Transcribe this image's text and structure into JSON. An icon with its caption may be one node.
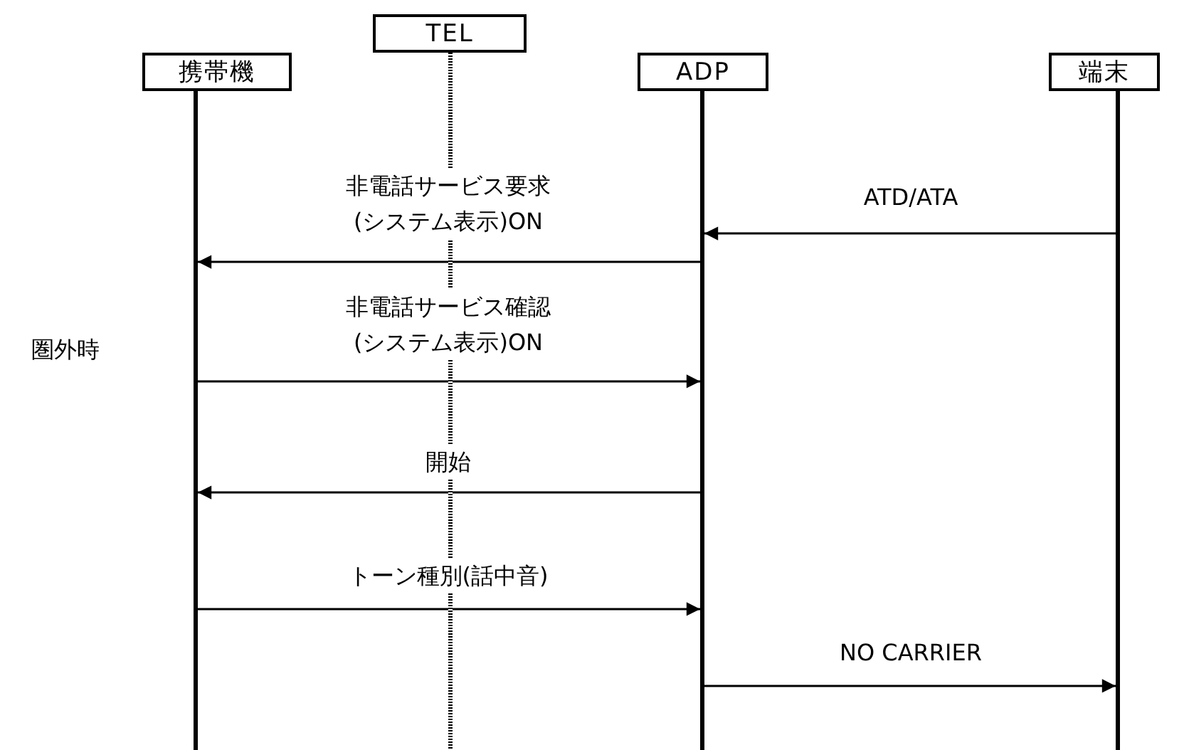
{
  "diagram": {
    "nodes": [
      {
        "text": [
          "携帯機"
        ]
      },
      {
        "text": [
          "TEL"
        ]
      },
      {
        "text": [
          "ADP"
        ]
      },
      {
        "text": [
          "端末"
        ]
      },
      {
        "text": [],
        "shape": "bar"
      },
      {
        "text": [],
        "shape": "bar"
      },
      {
        "text": [],
        "shape": "bar"
      },
      {
        "text": [],
        "shape": "bar"
      }
    ],
    "edges": [
      {
        "from": 7,
        "to": 6,
        "arrow": "to",
        "label": "ATD/ATA"
      },
      {
        "from": 6,
        "to": 4,
        "arrow": "to",
        "label": "非電話サービス要求 (システム表示)ON"
      },
      {
        "from": 4,
        "to": 6,
        "arrow": "to",
        "label": "非電話サービス確認 (システム表示)ON"
      },
      {
        "from": 6,
        "to": 4,
        "arrow": "to",
        "label": "開始"
      },
      {
        "from": 4,
        "to": 6,
        "arrow": "to",
        "label": "トーン種別(話中音)"
      },
      {
        "from": 6,
        "to": 7,
        "arrow": "to",
        "label": "NO CARRIER"
      }
    ],
    "labels": [
      "圏外時"
    ]
  }
}
